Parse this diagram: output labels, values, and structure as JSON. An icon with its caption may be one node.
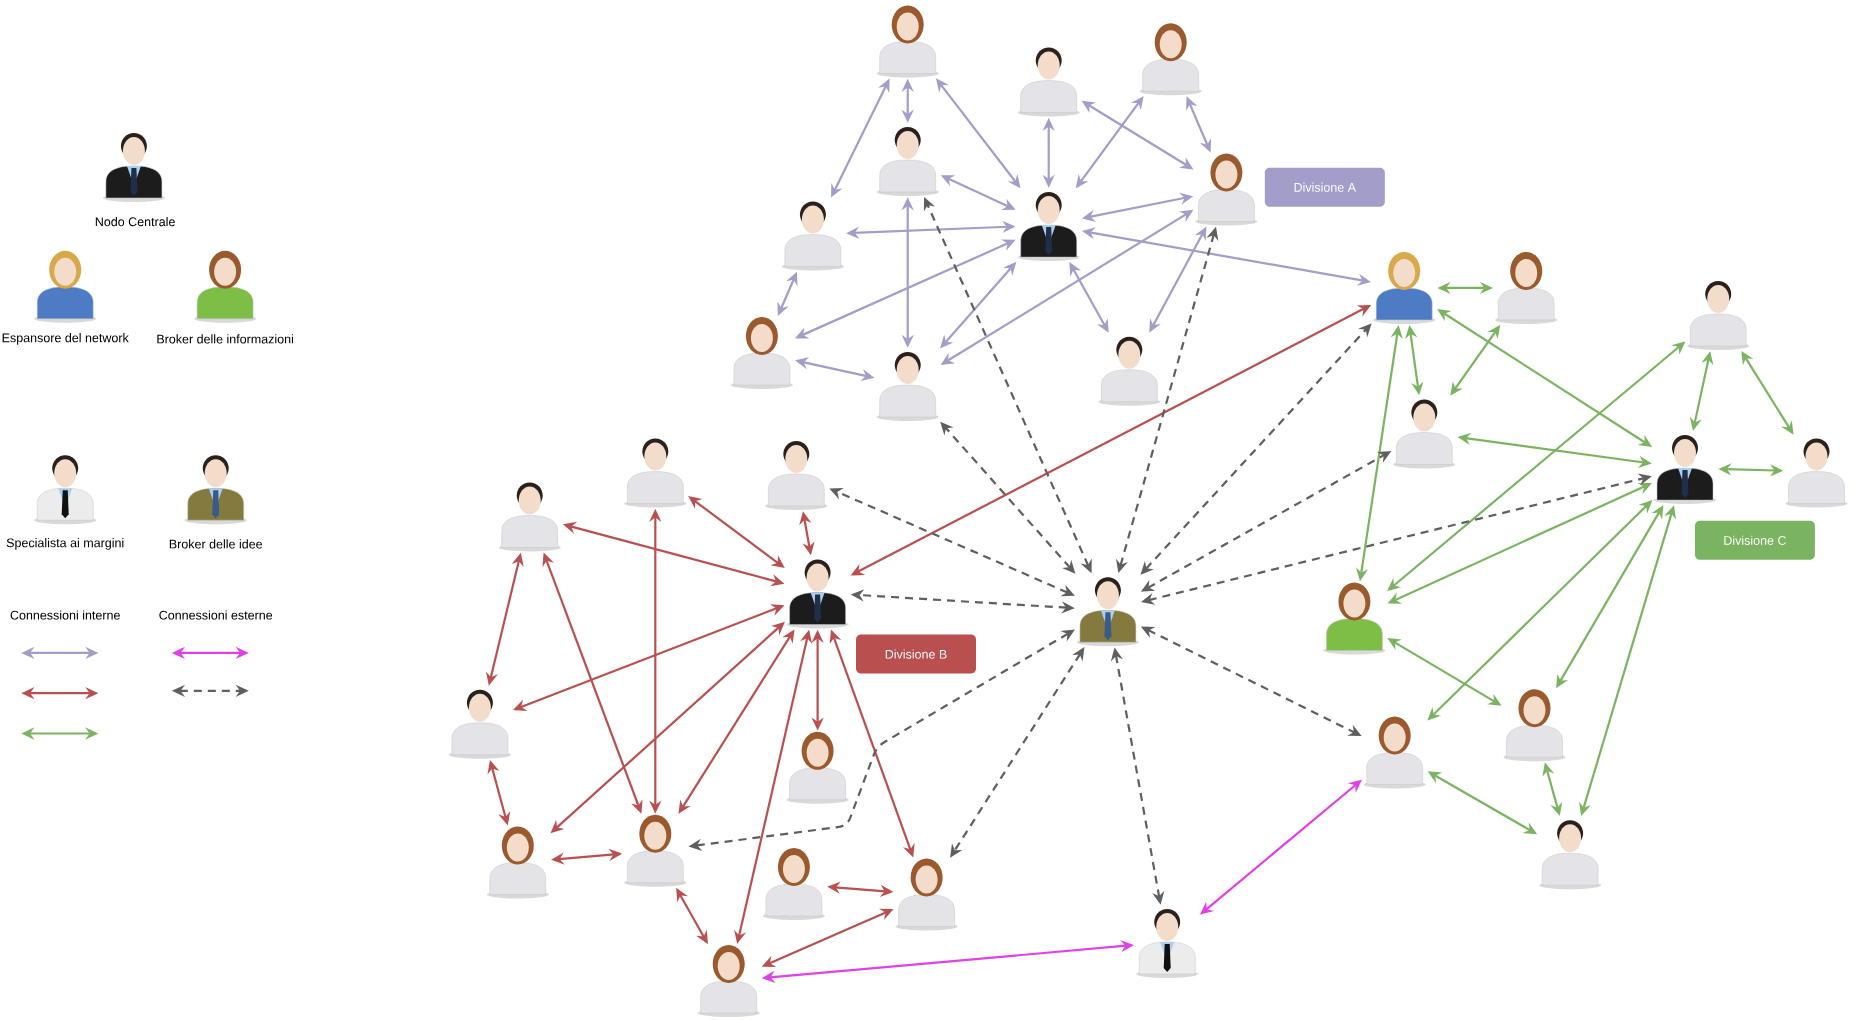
{
  "diagram": {
    "nodes": [
      {
        "text": [],
        "shape": "person"
      },
      {
        "text": [],
        "shape": "person"
      },
      {
        "text": [],
        "shape": "person"
      },
      {
        "text": [],
        "shape": "person"
      },
      {
        "text": [],
        "shape": "person"
      },
      {
        "text": [],
        "shape": "person"
      },
      {
        "text": [],
        "shape": "person"
      },
      {
        "text": [],
        "shape": "person"
      },
      {
        "text": [],
        "shape": "person"
      },
      {
        "text": [],
        "shape": "person"
      },
      {
        "text": [
          "Divisione A"
        ]
      },
      {
        "text": [],
        "shape": "person"
      },
      {
        "text": [],
        "shape": "person"
      },
      {
        "text": [],
        "shape": "person"
      },
      {
        "text": [],
        "shape": "person"
      },
      {
        "text": [],
        "shape": "person"
      },
      {
        "text": [],
        "shape": "person"
      },
      {
        "text": [],
        "shape": "person"
      },
      {
        "text": [],
        "shape": "person"
      },
      {
        "text": [],
        "shape": "person"
      },
      {
        "text": [],
        "shape": "person"
      },
      {
        "text": [
          "Divisione C"
        ]
      },
      {
        "text": [],
        "shape": "person"
      },
      {
        "text": [],
        "shape": "person"
      },
      {
        "text": [],
        "shape": "person"
      },
      {
        "text": [],
        "shape": "person"
      },
      {
        "text": [],
        "shape": "person"
      },
      {
        "text": [],
        "shape": "person"
      },
      {
        "text": [],
        "shape": "person"
      },
      {
        "text": [],
        "shape": "person"
      },
      {
        "text": [],
        "shape": "person"
      },
      {
        "text": [],
        "shape": "person"
      },
      {
        "text": [],
        "shape": "person"
      },
      {
        "text": [
          "Divisione B"
        ]
      },
      {
        "text": [],
        "shape": "person"
      },
      {
        "text": [],
        "shape": "person"
      }
    ],
    "edges": [
      {
        "from": 0,
        "to": 3,
        "arrow": "both"
      },
      {
        "from": 0,
        "to": 5,
        "arrow": "both"
      },
      {
        "from": 0,
        "to": 6,
        "arrow": "both"
      },
      {
        "from": 1,
        "to": 6,
        "arrow": "both"
      },
      {
        "from": 2,
        "to": 6,
        "arrow": "both"
      },
      {
        "from": 2,
        "to": 4,
        "arrow": "both"
      },
      {
        "from": 6,
        "to": 4,
        "arrow": "both"
      },
      {
        "from": 1,
        "to": 4,
        "arrow": "both"
      },
      {
        "from": 3,
        "to": 6,
        "arrow": "both"
      },
      {
        "from": 5,
        "to": 6,
        "arrow": "both"
      },
      {
        "from": 3,
        "to": 8,
        "arrow": "both"
      },
      {
        "from": 5,
        "to": 7,
        "arrow": "both"
      },
      {
        "from": 7,
        "to": 6,
        "arrow": "both"
      },
      {
        "from": 8,
        "to": 6,
        "arrow": "both"
      },
      {
        "from": 7,
        "to": 8,
        "arrow": "both"
      },
      {
        "from": 6,
        "to": 9,
        "arrow": "both"
      },
      {
        "from": 4,
        "to": 9,
        "arrow": "both"
      },
      {
        "from": 8,
        "to": 4,
        "arrow": "both"
      },
      {
        "from": 6,
        "to": 11,
        "arrow": "both"
      },
      {
        "from": 24,
        "to": 25,
        "arrow": "both",
        "color": "#b9504f"
      },
      {
        "from": 22,
        "to": 29,
        "arrow": "both",
        "color": "#b9504f"
      },
      {
        "from": 22,
        "to": 25,
        "arrow": "both",
        "color": "#b9504f"
      },
      {
        "from": 23,
        "to": 25,
        "arrow": "both",
        "color": "#b9504f"
      },
      {
        "from": 24,
        "to": 26,
        "arrow": "both",
        "color": "#b9504f"
      },
      {
        "from": 24,
        "to": 29,
        "arrow": "both",
        "color": "#b9504f"
      },
      {
        "from": 25,
        "to": 26,
        "arrow": "both",
        "color": "#b9504f"
      },
      {
        "from": 25,
        "to": 28,
        "arrow": "both",
        "color": "#b9504f"
      },
      {
        "from": 25,
        "to": 29,
        "arrow": "both",
        "color": "#b9504f"
      },
      {
        "from": 25,
        "to": 27,
        "arrow": "both",
        "color": "#b9504f"
      },
      {
        "from": 25,
        "to": 32,
        "arrow": "both",
        "color": "#b9504f"
      },
      {
        "from": 25,
        "to": 31,
        "arrow": "both",
        "color": "#b9504f"
      },
      {
        "from": 26,
        "to": 28,
        "arrow": "both",
        "color": "#b9504f"
      },
      {
        "from": 28,
        "to": 29,
        "arrow": "both",
        "color": "#b9504f"
      },
      {
        "from": 29,
        "to": 32,
        "arrow": "both",
        "color": "#b9504f"
      },
      {
        "from": 30,
        "to": 31,
        "arrow": "both",
        "color": "#b9504f"
      },
      {
        "from": 32,
        "to": 31,
        "arrow": "both",
        "color": "#b9504f"
      },
      {
        "from": 25,
        "to": 11,
        "arrow": "both",
        "color": "#b9504f"
      },
      {
        "from": 11,
        "to": 12,
        "arrow": "both",
        "color": "#7bb461"
      },
      {
        "from": 11,
        "to": 14,
        "arrow": "both",
        "color": "#7bb461"
      },
      {
        "from": 11,
        "to": 17,
        "arrow": "both",
        "color": "#7bb461"
      },
      {
        "from": 12,
        "to": 14,
        "arrow": "both",
        "color": "#7bb461"
      },
      {
        "from": 11,
        "to": 15,
        "arrow": "both",
        "color": "#7bb461"
      },
      {
        "from": 13,
        "to": 15,
        "arrow": "both",
        "color": "#7bb461"
      },
      {
        "from": 13,
        "to": 16,
        "arrow": "both",
        "color": "#7bb461"
      },
      {
        "from": 14,
        "to": 15,
        "arrow": "both",
        "color": "#7bb461"
      },
      {
        "from": 15,
        "to": 16,
        "arrow": "both",
        "color": "#7bb461"
      },
      {
        "from": 13,
        "to": 17,
        "arrow": "both",
        "color": "#7bb461"
      },
      {
        "from": 15,
        "to": 17,
        "arrow": "both",
        "color": "#7bb461"
      },
      {
        "from": 15,
        "to": 19,
        "arrow": "both",
        "color": "#7bb461"
      },
      {
        "from": 15,
        "to": 18,
        "arrow": "both",
        "color": "#7bb461"
      },
      {
        "from": 15,
        "to": 20,
        "arrow": "both",
        "color": "#7bb461"
      },
      {
        "from": 17,
        "to": 18,
        "arrow": "both",
        "color": "#7bb461"
      },
      {
        "from": 19,
        "to": 20,
        "arrow": "both",
        "color": "#7bb461"
      },
      {
        "from": 18,
        "to": 20,
        "arrow": "both",
        "color": "#7bb461"
      },
      {
        "from": 34,
        "to": 3,
        "arrow": "both",
        "style": "dashed",
        "color": "#5f5f5f"
      },
      {
        "from": 34,
        "to": 8,
        "arrow": "both",
        "style": "dashed",
        "color": "#5f5f5f"
      },
      {
        "from": 34,
        "to": 4,
        "arrow": "both",
        "style": "dashed",
        "color": "#5f5f5f"
      },
      {
        "from": 34,
        "to": 11,
        "arrow": "both",
        "style": "dashed",
        "color": "#5f5f5f"
      },
      {
        "from": 34,
        "to": 14,
        "arrow": "both",
        "style": "dashed",
        "color": "#5f5f5f"
      },
      {
        "from": 34,
        "to": 15,
        "arrow": "both",
        "style": "dashed",
        "color": "#5f5f5f"
      },
      {
        "from": 34,
        "to": 23,
        "arrow": "both",
        "style": "dashed",
        "color": "#5f5f5f"
      },
      {
        "from": 34,
        "to": 25,
        "arrow": "both",
        "style": "dashed",
        "color": "#5f5f5f"
      },
      {
        "from": 34,
        "to": 29,
        "arrow": "both",
        "style": "dashed",
        "color": "#5f5f5f"
      },
      {
        "from": 34,
        "to": 31,
        "arrow": "both",
        "style": "dashed",
        "color": "#5f5f5f"
      },
      {
        "from": 34,
        "to": 19,
        "arrow": "both",
        "style": "dashed",
        "color": "#5f5f5f"
      },
      {
        "from": 34,
        "to": 35,
        "arrow": "both",
        "style": "dashed",
        "color": "#5f5f5f"
      },
      {
        "from": 19,
        "to": 35,
        "arrow": "both",
        "color": "#e040e8"
      },
      {
        "from": 32,
        "to": 35,
        "arrow": "both",
        "color": "#e040e8"
      }
    ],
    "legend": [
      {
        "text": "Nodo Centrale"
      },
      {
        "text": "Espansore del network"
      },
      {
        "text": "Broker delle informazioni"
      },
      {
        "text": "Specialista ai margini"
      },
      {
        "text": "Broker delle idee"
      },
      {
        "text": "Connessioni interne"
      },
      {
        "text": "Connessioni esterne"
      }
    ]
  }
}
